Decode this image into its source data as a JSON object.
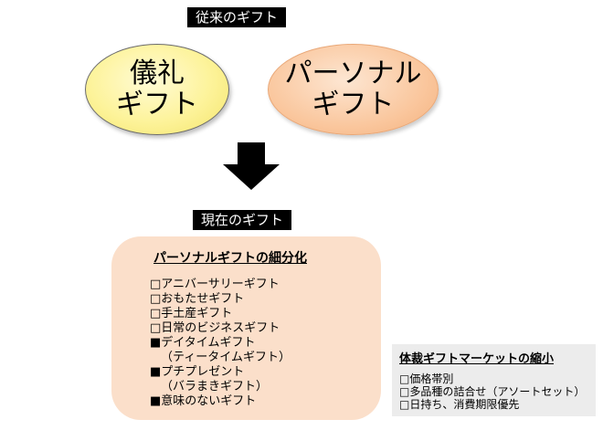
{
  "top_label": "従来のギフト",
  "left_oval": {
    "line1": "儀礼",
    "line2": "ギフト"
  },
  "right_oval": {
    "line1": "パーソナル",
    "line2": "ギフト"
  },
  "bottom_label": "現在のギフト",
  "detail": {
    "title": "パーソナルギフトの細分化",
    "items": [
      "□アニバーサリーギフト",
      "□おもたせギフト",
      "□手土産ギフト",
      "□日常のビジネスギフト",
      "■デイタイムギフト",
      "（ティータイムギフト）",
      "■プチプレゼント",
      "（バラまきギフト）",
      "■意味のないギフト"
    ]
  },
  "market": {
    "title": "体裁ギフトマーケットの縮小",
    "items": [
      "□価格帯別",
      "□多品種の詰合せ（アソートセット）",
      "□日持ち、消費期限優先"
    ]
  },
  "colors": {
    "left_oval_fill": "#fdf39a",
    "right_oval_fill": "#fac79e",
    "detail_fill": "#fbdfca",
    "market_fill": "#ececec",
    "label_fill": "#000000"
  }
}
